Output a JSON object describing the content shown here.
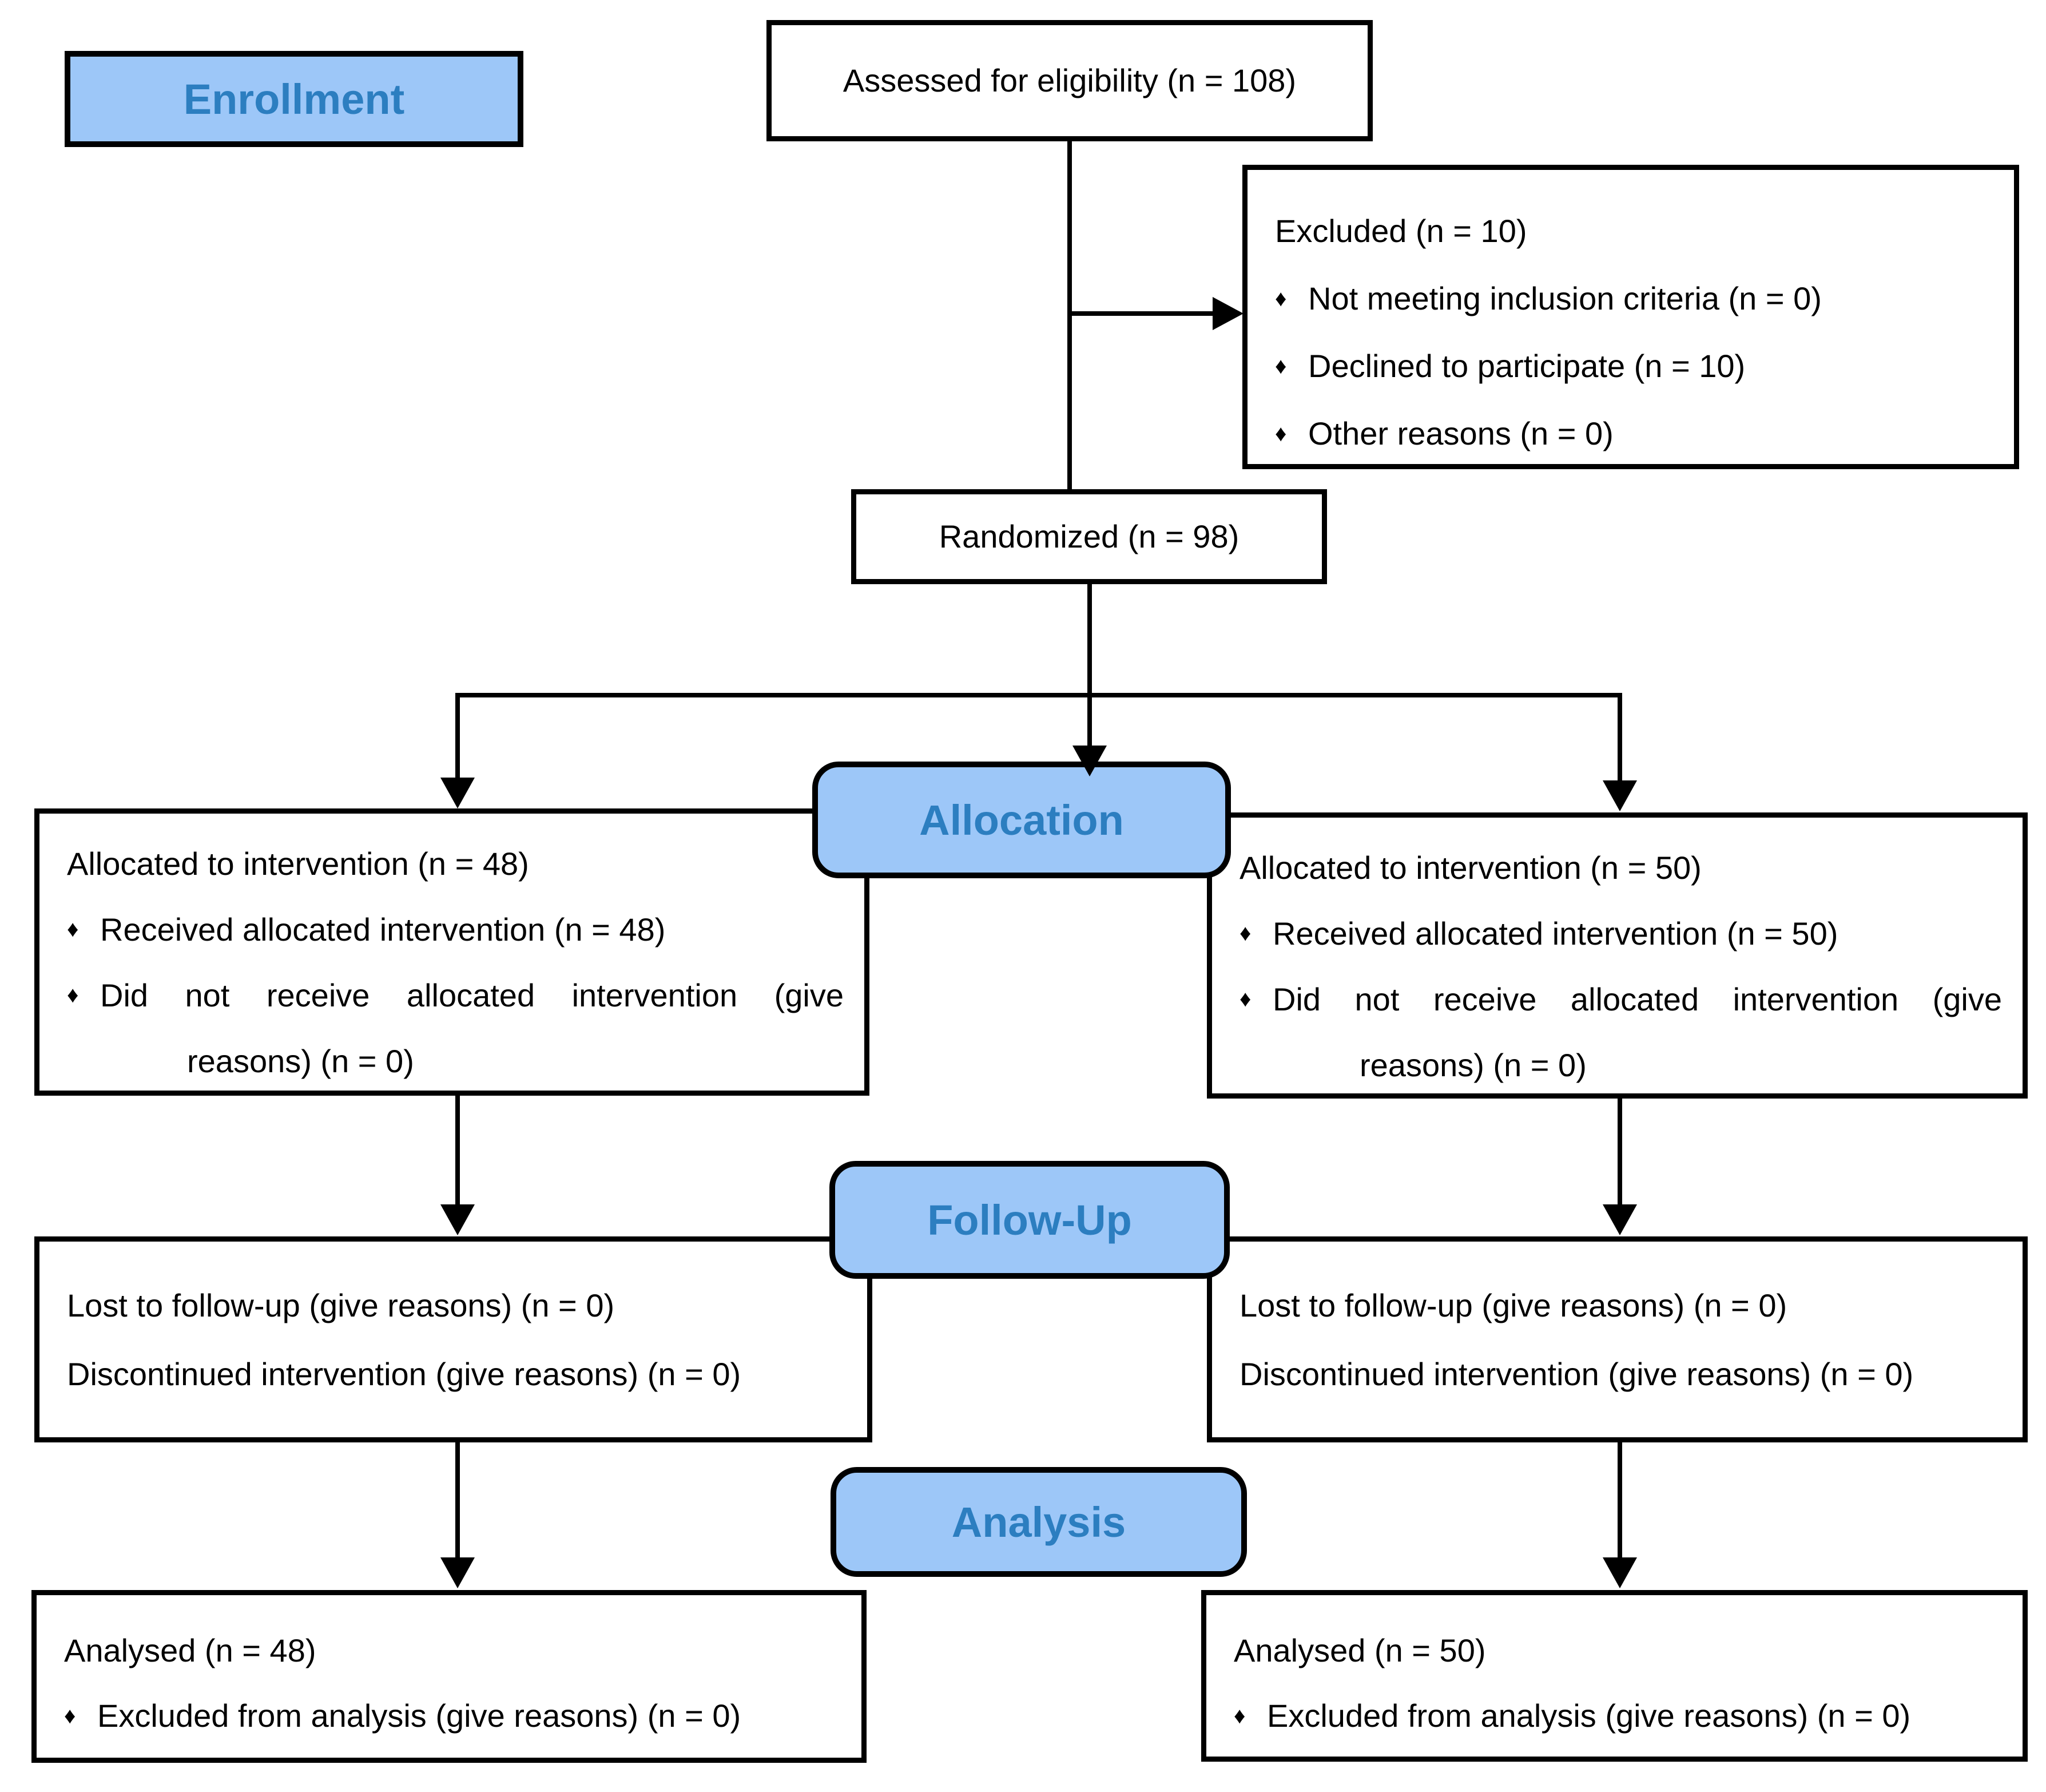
{
  "flow": {
    "phases": {
      "enrollment": "Enrollment",
      "allocation": "Allocation",
      "followup": "Follow-Up",
      "analysis": "Analysis"
    },
    "colors": {
      "label_fill": "#9DC7F8",
      "label_text": "#2C7EC0",
      "line_color": "#000000",
      "box_bg": "#FFFFFF"
    },
    "bullet_char": "♦",
    "boxes": {
      "assessed": {
        "text": "Assessed for eligibility (n = 108)"
      },
      "excluded": {
        "title": "Excluded (n = 10)",
        "bullets": [
          "Not meeting inclusion criteria (n = 0)",
          "Declined to participate (n = 10)",
          "Other reasons (n = 0)"
        ]
      },
      "randomized": {
        "text": "Randomized (n = 98)"
      },
      "allocation_left": {
        "title": "Allocated to intervention (n = 48)",
        "bullet1": "Received allocated intervention (n = 48)",
        "bullet2_line1": "Did not receive allocated intervention (give",
        "bullet2_line2": "reasons) (n = 0)"
      },
      "allocation_right": {
        "title": "Allocated to intervention (n = 50)",
        "bullet1": "Received allocated intervention (n = 50)",
        "bullet2_line1": "Did not receive allocated intervention (give",
        "bullet2_line2": "reasons) (n = 0)"
      },
      "followup_left": {
        "line1": "Lost to follow-up (give reasons) (n = 0)",
        "line2": "Discontinued intervention (give reasons) (n = 0)"
      },
      "followup_right": {
        "line1": "Lost to follow-up (give reasons) (n = 0)",
        "line2": "Discontinued intervention (give reasons) (n = 0)"
      },
      "analysis_left": {
        "title": "Analysed (n = 48)",
        "bullet1": "Excluded from analysis (give reasons) (n = 0)"
      },
      "analysis_right": {
        "title": "Analysed (n = 50)",
        "bullet1": "Excluded from analysis (give reasons) (n = 0)"
      }
    }
  }
}
